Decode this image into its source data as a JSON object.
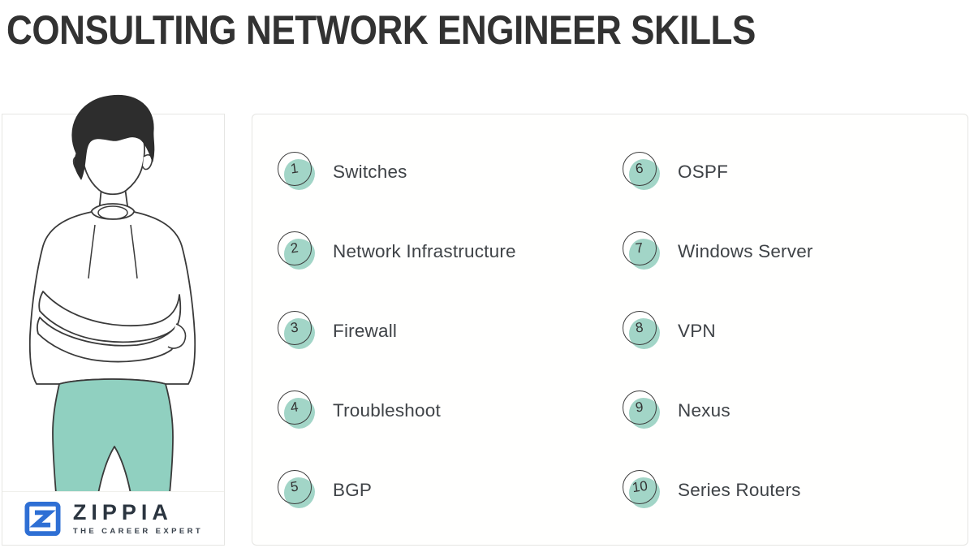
{
  "title": "CONSULTING NETWORK ENGINEER SKILLS",
  "skills": [
    {
      "num": "1",
      "label": "Switches"
    },
    {
      "num": "2",
      "label": "Network Infrastructure"
    },
    {
      "num": "3",
      "label": "Firewall"
    },
    {
      "num": "4",
      "label": "Troubleshoot"
    },
    {
      "num": "5",
      "label": "BGP"
    },
    {
      "num": "6",
      "label": "OSPF"
    },
    {
      "num": "7",
      "label": "Windows Server"
    },
    {
      "num": "8",
      "label": "VPN"
    },
    {
      "num": "9",
      "label": "Nexus"
    },
    {
      "num": "10",
      "label": "Series Routers"
    }
  ],
  "logo": {
    "brand": "ZIPPIA",
    "tagline": "THE CAREER EXPERT"
  },
  "illustration": {
    "description": "man with crossed arms, dark hair, white sweater, teal pants"
  },
  "colors": {
    "title_text": "#323232",
    "label_text": "#3f4347",
    "badge_teal": "#a2d5c7",
    "pants_teal": "#90d0c0",
    "outline_dark": "#3a3a3a",
    "brand_blue": "#2e6fd4",
    "panel_border": "#e5e5e2",
    "background": "#ffffff"
  }
}
